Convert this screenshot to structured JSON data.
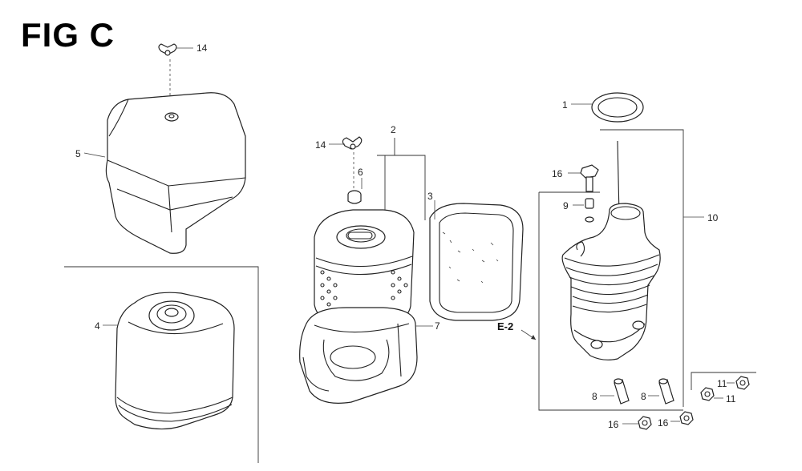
{
  "figure": {
    "title": "FIG C"
  },
  "callouts": {
    "p14a": "14",
    "p5": "5",
    "p4": "4",
    "p14b": "14",
    "p6": "6",
    "p2": "2",
    "p3": "3",
    "p7": "7",
    "e2": "E-2",
    "p1": "1",
    "p16a": "16",
    "p9": "9",
    "p10": "10",
    "p8a": "8",
    "p8b": "8",
    "p16b": "16",
    "p16c": "16",
    "p11a": "11",
    "p11b": "11"
  }
}
